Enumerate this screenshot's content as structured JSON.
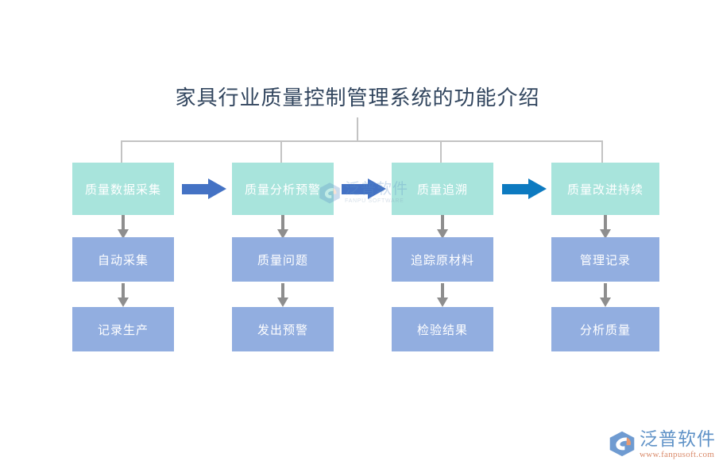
{
  "title": "家具行业质量控制管理系统的功能介绍",
  "colors": {
    "title_text": "#31455e",
    "stage_box_bg": "#a8e4dc",
    "detail_box_bg": "#92aee0",
    "box_text": "#ffffff",
    "connector_line": "#c3c3c3",
    "down_arrow": "#8e8e8e",
    "arrow_blue": "#4472c4",
    "arrow_blue_bright": "#0d7ac0",
    "background": "#ffffff",
    "logo_blue": "#5f92c7",
    "logo_url": "#d98a6a"
  },
  "columns": [
    {
      "stage": "质量数据采集",
      "details": [
        "自动采集",
        "记录生产"
      ]
    },
    {
      "stage": "质量分析预警",
      "details": [
        "质量问题",
        "发出预警"
      ]
    },
    {
      "stage": "质量追溯",
      "details": [
        "追踪原材料",
        "检验结果"
      ]
    },
    {
      "stage": "质量改进持续",
      "details": [
        "管理记录",
        "分析质量"
      ]
    }
  ],
  "flow_arrows": [
    {
      "label": "arrow-stage-1-to-2",
      "color": "#4472c4"
    },
    {
      "label": "arrow-stage-2-to-3",
      "color": "#4472c4"
    },
    {
      "label": "arrow-stage-3-to-4",
      "color": "#0d7ac0"
    }
  ],
  "watermark": {
    "cn": "泛普软件",
    "en": "FANPU SOFTWARE"
  },
  "logo": {
    "cn": "泛普软件",
    "url": "www.fanpusoft.com"
  }
}
